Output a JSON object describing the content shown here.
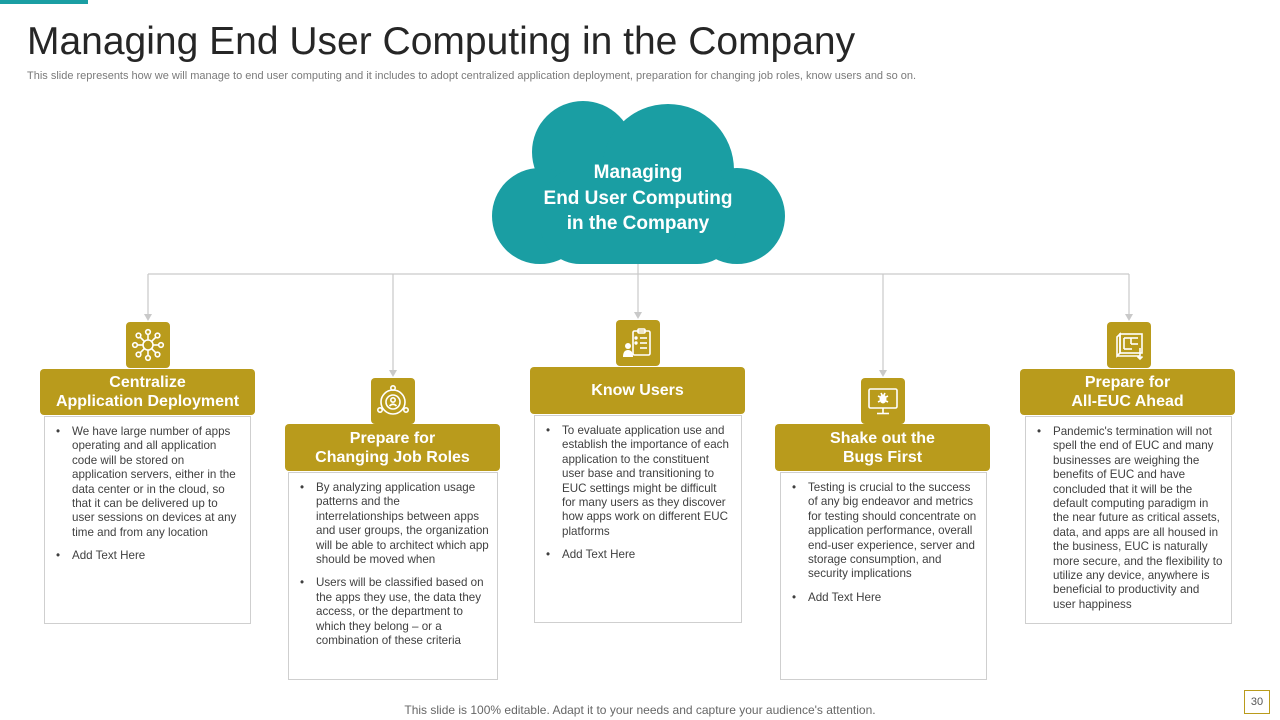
{
  "slide": {
    "title": "Managing End User Computing in the Company",
    "subtitle": "This slide represents how we will manage to end user computing and it includes to adopt centralized application deployment, preparation for changing job roles, know users and so on.",
    "footer": "This slide is 100% editable. Adapt it to your needs and capture your audience's attention.",
    "page_number": "30"
  },
  "cloud": {
    "lines": [
      "Managing",
      "End User Computing",
      "in the Company"
    ],
    "color": "#1a9ea3"
  },
  "colors": {
    "accent": "#b99b1c",
    "teal": "#1a9ea3"
  },
  "columns": [
    {
      "icon": "network-hub-icon",
      "title_lines": [
        "Centralize",
        "Application Deployment"
      ],
      "bullets": [
        "We have large number of apps operating and all application code will be stored on application servers, either in the data center or in the cloud, so that it can be delivered up to user sessions on devices at any time and from any location",
        "Add Text Here"
      ]
    },
    {
      "icon": "target-person-icon",
      "title_lines": [
        "Prepare for",
        "Changing Job Roles"
      ],
      "bullets": [
        "By analyzing application usage patterns and the interrelationships between apps and user groups, the organization will be able to architect which app should be moved when",
        "Users will be classified based on the apps they use, the data they access, or the department to which they belong – or a combination of these criteria"
      ]
    },
    {
      "icon": "user-checklist-icon",
      "title_lines": [
        "Know Users"
      ],
      "bullets": [
        "To evaluate application use and establish the importance of each application to the constituent user base and transitioning to EUC settings might be difficult for many users as they discover how apps work on different EUC platforms",
        "Add Text Here"
      ]
    },
    {
      "icon": "monitor-bug-icon",
      "title_lines": [
        "Shake out the",
        "Bugs First"
      ],
      "bullets": [
        "Testing is crucial to the success of any big endeavor and metrics for testing should concentrate on application performance, overall end-user experience, server and storage consumption, and security implications",
        "Add Text Here"
      ]
    },
    {
      "icon": "blueprint-icon",
      "title_lines": [
        "Prepare for",
        "All-EUC Ahead"
      ],
      "bullets": [
        "Pandemic's termination will not spell the end of EUC and many businesses are weighing the benefits of EUC and have concluded that it will be the default computing paradigm in the near future as critical assets, data, and apps are all housed in the business, EUC is naturally more secure, and the flexibility to utilize any device, anywhere is beneficial to productivity and user happiness"
      ]
    }
  ]
}
